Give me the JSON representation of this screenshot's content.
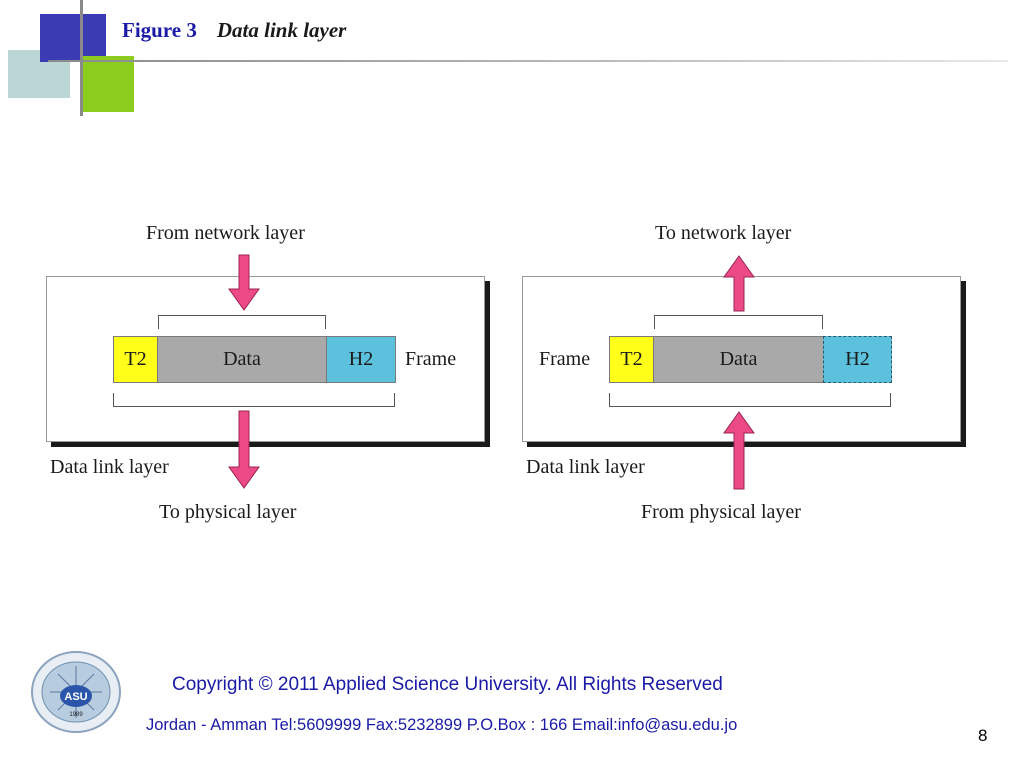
{
  "slide": {
    "title": "Figure  3",
    "subtitle": "Data link layer",
    "page_number": "8"
  },
  "sender": {
    "top_label": "From network layer",
    "bottom_label": "To physical layer",
    "layer_label": "Data link layer",
    "frame_label": "Frame",
    "fields": {
      "trailer": "T2",
      "data": "Data",
      "header": "H2"
    }
  },
  "receiver": {
    "top_label": "To network layer",
    "bottom_label": "From physical layer",
    "layer_label": "Data link layer",
    "frame_label": "Frame",
    "fields": {
      "trailer": "T2",
      "data": "Data",
      "header": "H2"
    }
  },
  "colors": {
    "arrow": "#ec4a86",
    "trailer": "#ffff1a",
    "data": "#a9a9a9",
    "header": "#5bc1dd",
    "title": "#1a1aa6"
  },
  "footer": {
    "copyright": "Copyright  © 2011 Applied Science University. All Rights Reserved",
    "address": "Jordan - Amman Tel:5609999 Fax:5232899 P.O.Box : 166   Email:info@asu.edu.jo"
  },
  "logo": {
    "text": "ASU",
    "year": "1989"
  }
}
